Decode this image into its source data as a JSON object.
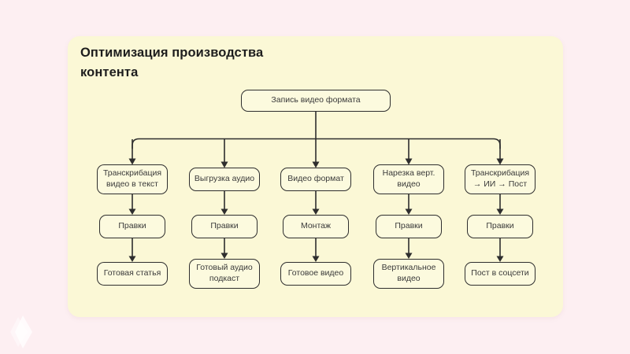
{
  "page": {
    "background_color": "#fdeff2"
  },
  "card": {
    "background_color": "#fbf8d6",
    "stroke_color": "#2e2e2e"
  },
  "title": "Оптимизация производства контента",
  "flowchart": {
    "root": {
      "label": "Запись видео формата"
    },
    "columns": [
      {
        "steps": [
          "Транскрибация видео в текст",
          "Правки",
          "Готовая статья"
        ]
      },
      {
        "steps": [
          "Выгрузка аудио",
          "Правки",
          "Готовый аудио подкаст"
        ]
      },
      {
        "steps": [
          "Видео формат",
          "Монтаж",
          "Готовое видео"
        ]
      },
      {
        "steps": [
          "Нарезка верт. видео",
          "Правки",
          "Вертикальное видео"
        ]
      },
      {
        "steps": [
          "Транскрибация → ИИ → Пост",
          "Правки",
          "Пост в соцсети"
        ]
      }
    ]
  },
  "logo": {
    "name": "lotus-watermark",
    "color": "#ffffff"
  }
}
